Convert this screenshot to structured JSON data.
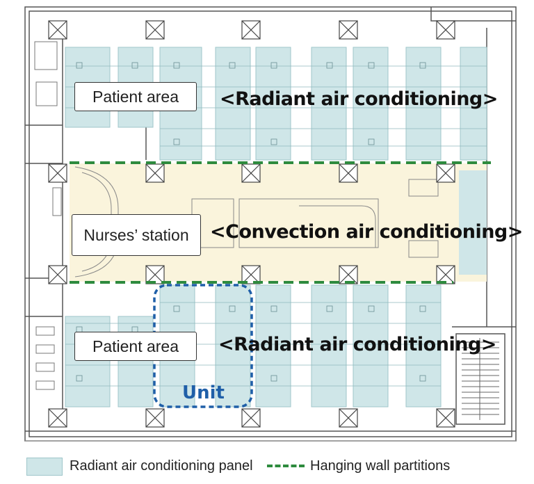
{
  "labels": {
    "patient_area_top": "Patient area",
    "patient_area_bottom": "Patient area",
    "nurses_station": "Nurses’ station",
    "radiant_top": "<Radiant air conditioning>",
    "radiant_bottom": "<Radiant air conditioning>",
    "convection": "<Convection air conditioning>",
    "unit": "Unit"
  },
  "legend": {
    "panel_label": "Radiant air conditioning panel",
    "partition_label": "Hanging wall partitions"
  },
  "colors": {
    "radiant_panel": "#cfe6e8",
    "corridor": "#faf4dc",
    "partition": "#2e8b3e",
    "unit_outline": "#1f5fa8",
    "wall": "#555555"
  }
}
